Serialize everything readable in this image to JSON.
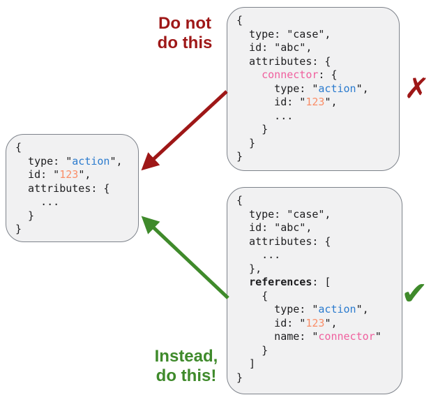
{
  "annotations": {
    "do_not_label": {
      "line1": "Do not",
      "line2": "do this"
    },
    "instead_label": {
      "line1": "Instead,",
      "line2": "do this!"
    },
    "cross_mark": "✗",
    "check_mark": "✔"
  },
  "colors": {
    "bad_red": "#9e1717",
    "good_green": "#3f8a2b",
    "box_fill": "#f1f1f2",
    "box_border": "#7d828a",
    "code_text": "#1d1d1f",
    "code_blue": "#2b7bce",
    "code_orange": "#fa8e68",
    "code_pink": "#f0609e"
  },
  "code_boxes": {
    "action_object": {
      "lines": [
        [
          {
            "t": "{"
          }
        ],
        [
          {
            "t": "  type: \""
          },
          {
            "t": "action",
            "c": "blue"
          },
          {
            "t": "\","
          }
        ],
        [
          {
            "t": "  id: \""
          },
          {
            "t": "123",
            "c": "orange"
          },
          {
            "t": "\","
          }
        ],
        [
          {
            "t": "  attributes: {"
          }
        ],
        [
          {
            "t": "    ..."
          }
        ],
        [
          {
            "t": "  }"
          }
        ],
        [
          {
            "t": "}"
          }
        ]
      ]
    },
    "case_with_embedded_connector": {
      "lines": [
        [
          {
            "t": "{"
          }
        ],
        [
          {
            "t": "  type: \"case\","
          }
        ],
        [
          {
            "t": "  id: \"abc\","
          }
        ],
        [
          {
            "t": "  attributes: {"
          }
        ],
        [
          {
            "t": "    "
          },
          {
            "t": "connector",
            "c": "pink"
          },
          {
            "t": ": {"
          }
        ],
        [
          {
            "t": "      type: \""
          },
          {
            "t": "action",
            "c": "blue"
          },
          {
            "t": "\","
          }
        ],
        [
          {
            "t": "      id: \""
          },
          {
            "t": "123",
            "c": "orange"
          },
          {
            "t": "\","
          }
        ],
        [
          {
            "t": "      ..."
          }
        ],
        [
          {
            "t": "    }"
          }
        ],
        [
          {
            "t": "  }"
          }
        ],
        [
          {
            "t": "}"
          }
        ]
      ]
    },
    "case_with_references": {
      "lines": [
        [
          {
            "t": "{"
          }
        ],
        [
          {
            "t": "  type: \"case\","
          }
        ],
        [
          {
            "t": "  id: \"abc\","
          }
        ],
        [
          {
            "t": "  attributes: {"
          }
        ],
        [
          {
            "t": "    ..."
          }
        ],
        [
          {
            "t": "  },"
          }
        ],
        [
          {
            "t": "  "
          },
          {
            "t": "references",
            "c": "bold"
          },
          {
            "t": ": ["
          }
        ],
        [
          {
            "t": "    {"
          }
        ],
        [
          {
            "t": "      type: \""
          },
          {
            "t": "action",
            "c": "blue"
          },
          {
            "t": "\","
          }
        ],
        [
          {
            "t": "      id: \""
          },
          {
            "t": "123",
            "c": "orange"
          },
          {
            "t": "\","
          }
        ],
        [
          {
            "t": "      name: \""
          },
          {
            "t": "connector",
            "c": "pink"
          },
          {
            "t": "\""
          }
        ],
        [
          {
            "t": "    }"
          }
        ],
        [
          {
            "t": "  ]"
          }
        ],
        [
          {
            "t": "}"
          }
        ]
      ]
    }
  }
}
